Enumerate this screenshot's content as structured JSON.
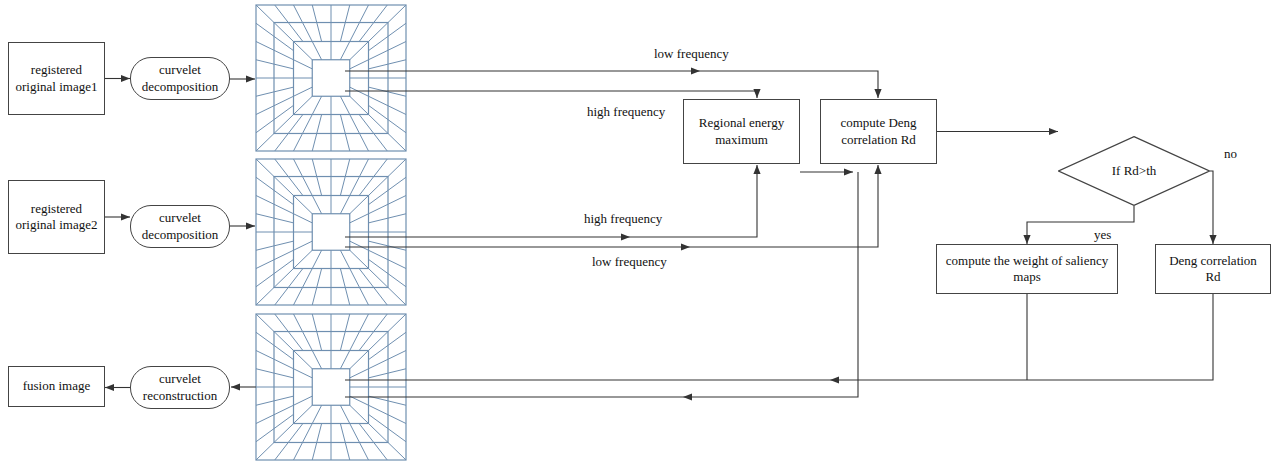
{
  "diagram": {
    "nodes": [
      {
        "text": [
          "registered original image1"
        ]
      },
      {
        "text": [
          "curvelet decomposition"
        ]
      },
      {
        "text": [
          "Regional energy maximum"
        ]
      },
      {
        "text": [
          "compute Deng correlation Rd"
        ]
      },
      {
        "text": [
          "If Rd>th"
        ]
      },
      {
        "text": [
          "registered original image2"
        ]
      },
      {
        "text": [
          "curvelet decomposition"
        ]
      },
      {
        "text": [
          "compute the weight of saliency maps"
        ]
      },
      {
        "text": [
          "Deng correlation Rd"
        ]
      },
      {
        "text": [
          "fusion image"
        ]
      },
      {
        "text": [
          "curvelet reconstruction"
        ]
      }
    ],
    "edges": [
      {
        "from": 0,
        "to": 1,
        "arrow": "to"
      },
      {
        "from": 5,
        "to": 6,
        "arrow": "to"
      },
      {
        "from": 10,
        "to": 9,
        "arrow": "to"
      },
      {
        "from": 3,
        "to": 4,
        "arrow": "to"
      },
      {
        "from": 4,
        "to": 7,
        "label": "yes",
        "arrow": "to"
      },
      {
        "from": 4,
        "to": 8,
        "label": "no",
        "arrow": "to"
      }
    ],
    "labels": [
      "low frequency",
      "high frequency",
      "high frequency",
      "low frequency"
    ]
  }
}
